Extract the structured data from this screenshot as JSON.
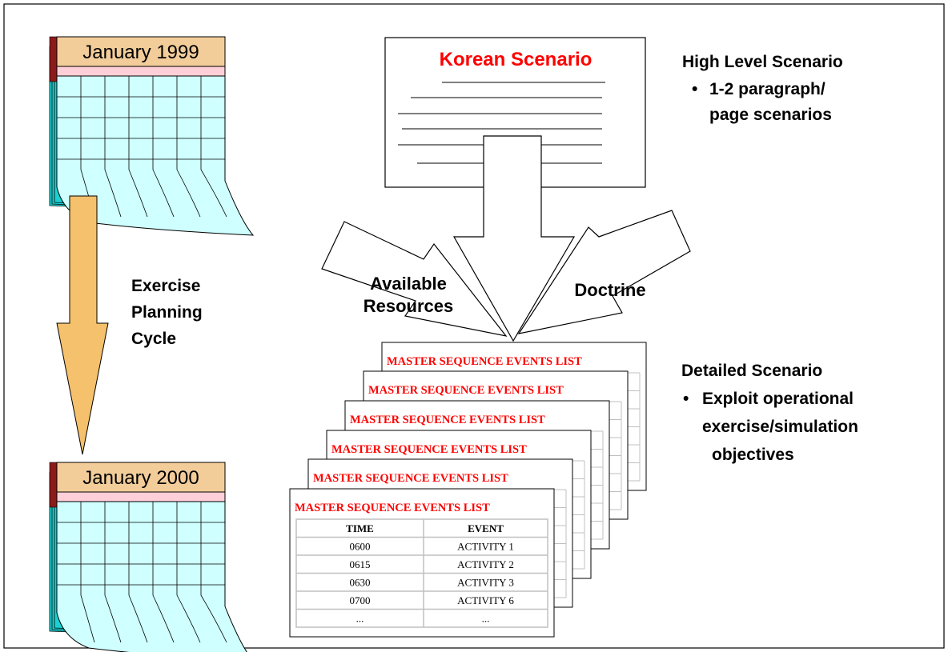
{
  "calendars": {
    "start": {
      "month_label": "January 1999"
    },
    "end": {
      "month_label": "January 2000"
    }
  },
  "cycle": {
    "line1": "Exercise",
    "line2": "Planning",
    "line3": "Cycle"
  },
  "document": {
    "title": "Korean Scenario"
  },
  "high_level": {
    "heading": "High Level Scenario",
    "bullet": "•",
    "line1": "1-2 paragraph/",
    "line2": "page scenarios"
  },
  "inputs": {
    "resources_line1": "Available",
    "resources_line2": "Resources",
    "doctrine": "Doctrine"
  },
  "msel": {
    "sheet_title": "MASTER SEQUENCE EVENTS LIST",
    "columns": [
      "TIME",
      "EVENT"
    ],
    "rows": [
      [
        "0600",
        "ACTIVITY 1"
      ],
      [
        "0615",
        "ACTIVITY 2"
      ],
      [
        "0630",
        "ACTIVITY 3"
      ],
      [
        "0700",
        "ACTIVITY 6"
      ],
      [
        "...",
        "..."
      ]
    ]
  },
  "detailed": {
    "heading": "Detailed Scenario",
    "bullet": "•",
    "line1": "Exploit operational",
    "line2": "exercise/simulation",
    "line3": "objectives"
  },
  "colors": {
    "calendar_header": "#f2cd9a",
    "calendar_band": "#ffcfd9",
    "calendar_grid": "#cfffff",
    "calendar_shadow": "#1ad0d0",
    "calendar_bind": "#8b1a1a",
    "cycle_arrow": "#f5c16c",
    "accent_red": "#ff0000"
  }
}
